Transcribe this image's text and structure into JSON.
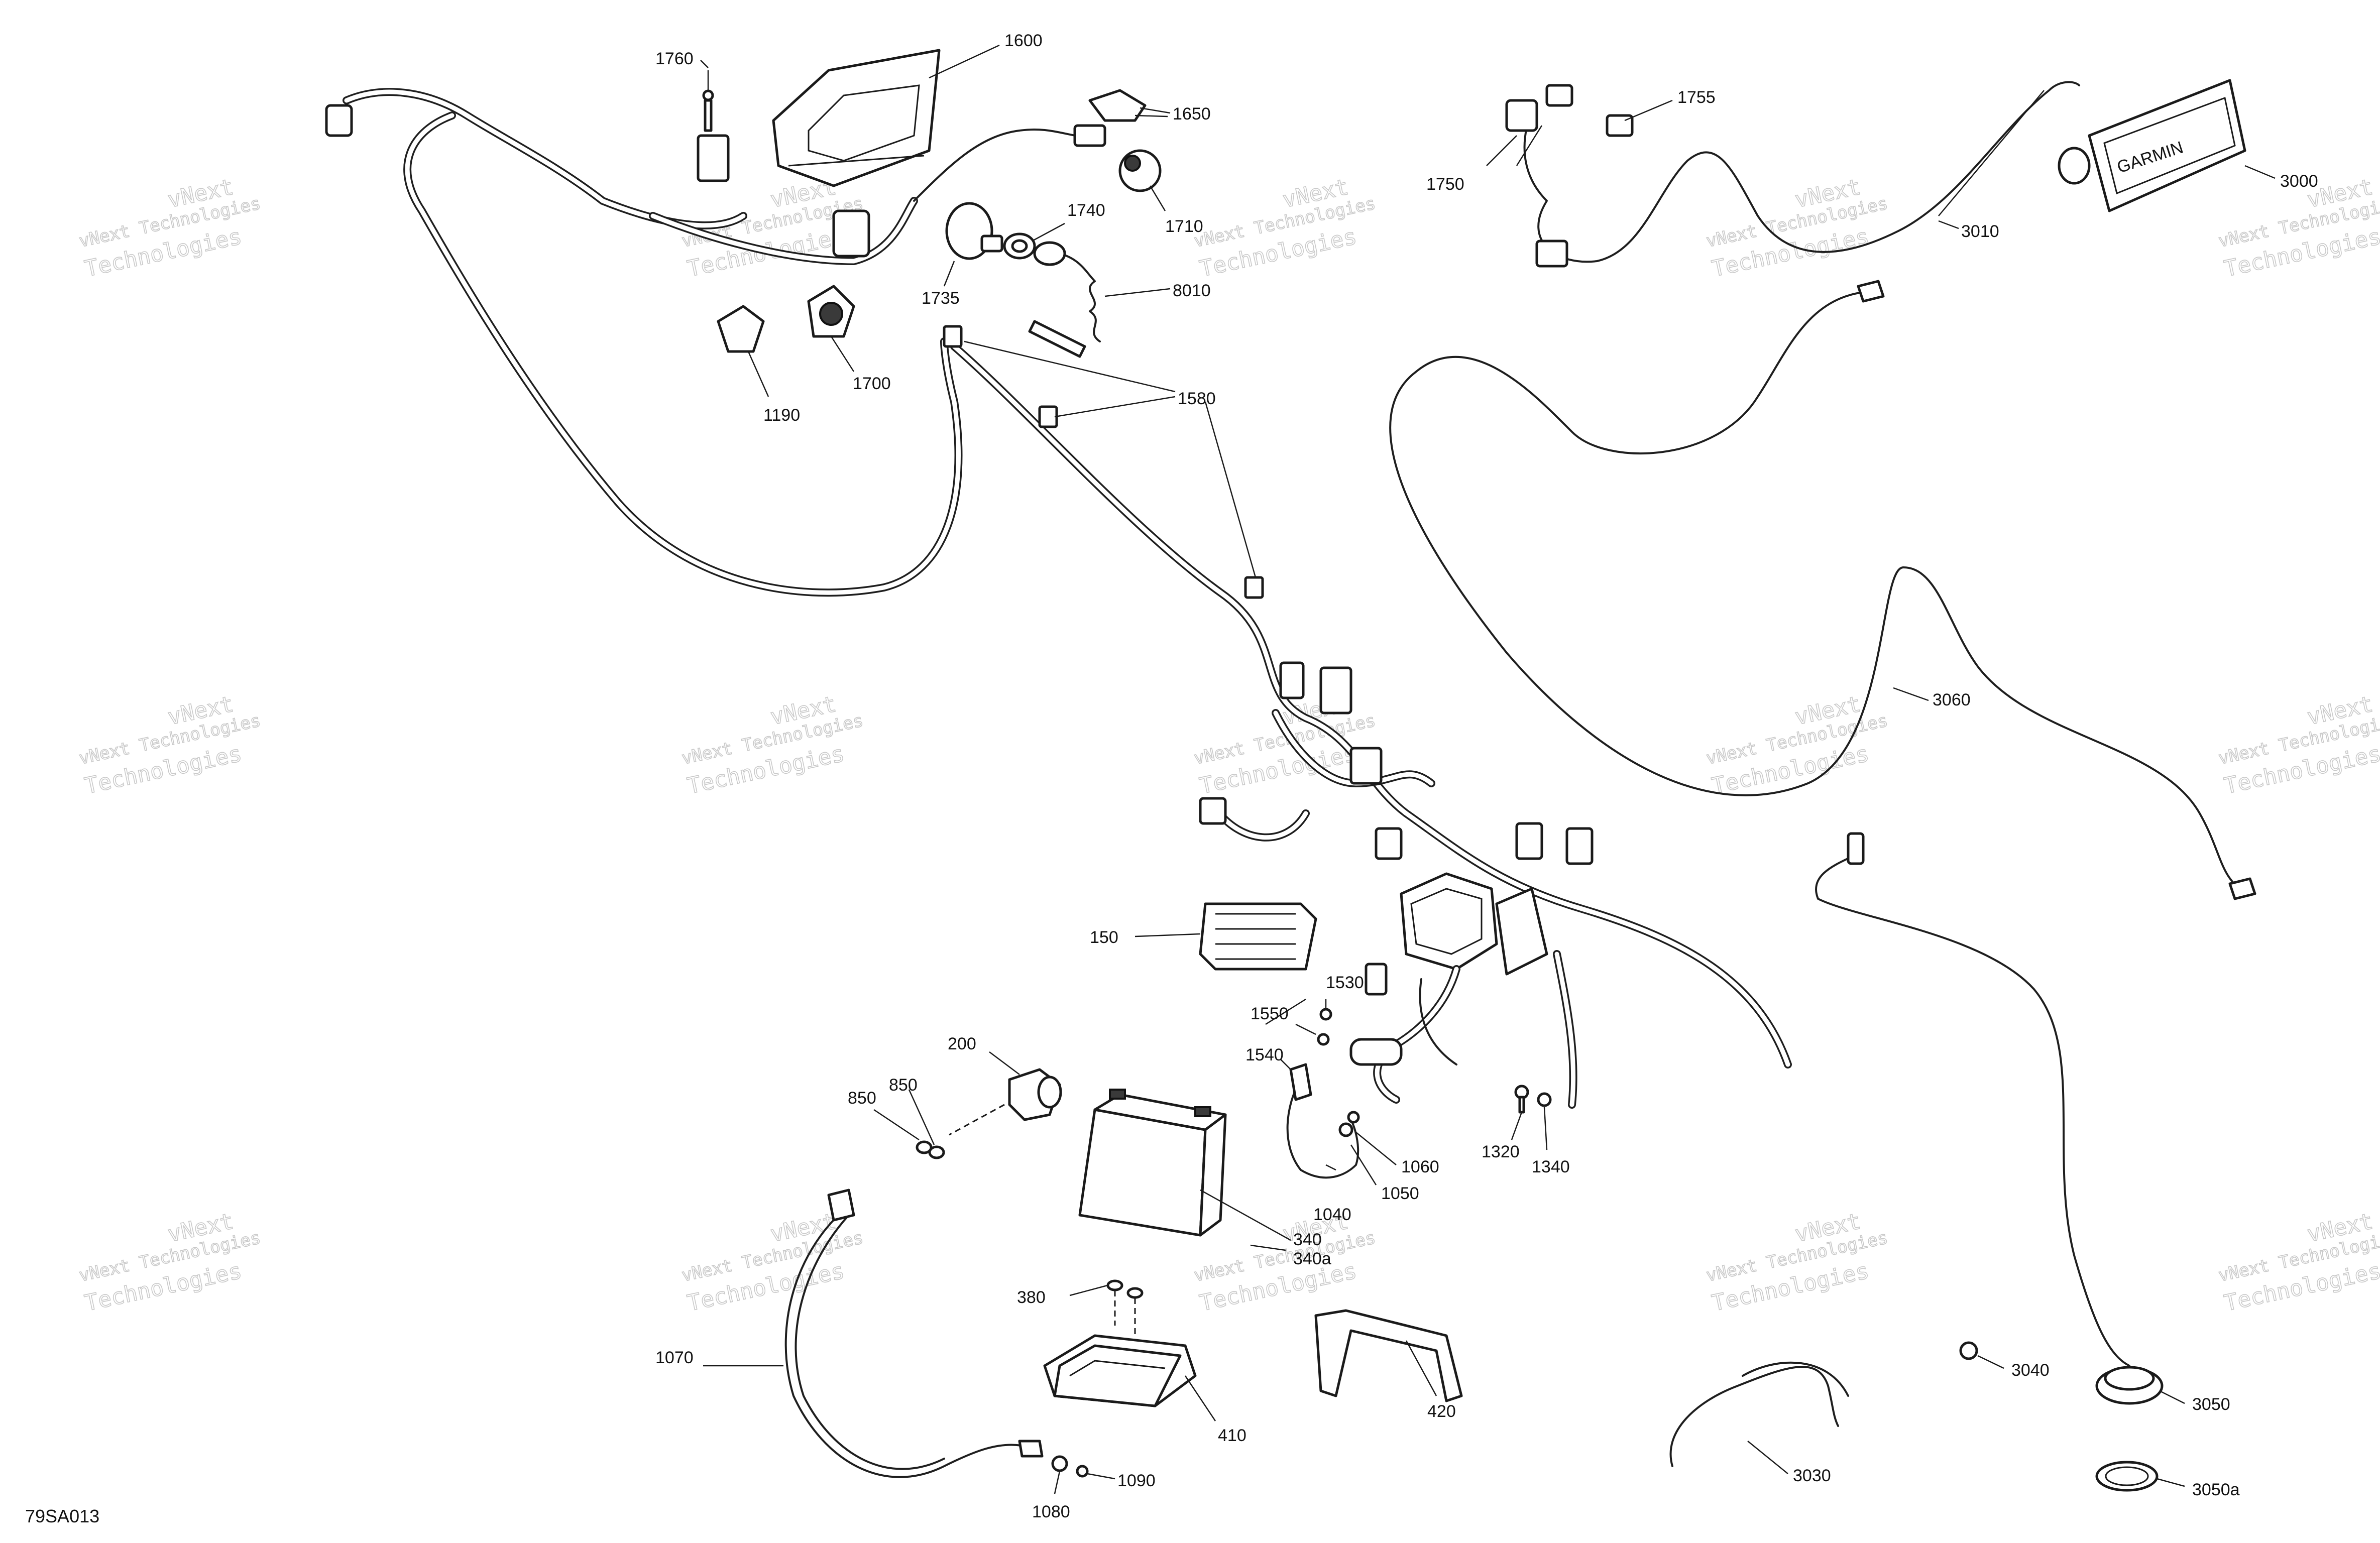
{
  "diagram": {
    "labels": [
      "1760",
      "1600",
      "1650",
      "1740",
      "1710",
      "1735",
      "8010",
      "1190",
      "1700",
      "1580",
      "1750",
      "1755",
      "3000",
      "3010",
      "3060",
      "150",
      "1530",
      "1550",
      "1540",
      "200",
      "850",
      "850",
      "1060",
      "1050",
      "1040",
      "1320",
      "1340",
      "340",
      "340a",
      "380",
      "410",
      "420",
      "1070",
      "1080",
      "1090",
      "3040",
      "3050",
      "3050a",
      "3030"
    ],
    "figure_ref": "79SA013",
    "watermark_line1": "vNext Technologies",
    "watermark_line2": "vNext",
    "watermark_line3": "Technologies",
    "brand_text": "GARMIN"
  }
}
